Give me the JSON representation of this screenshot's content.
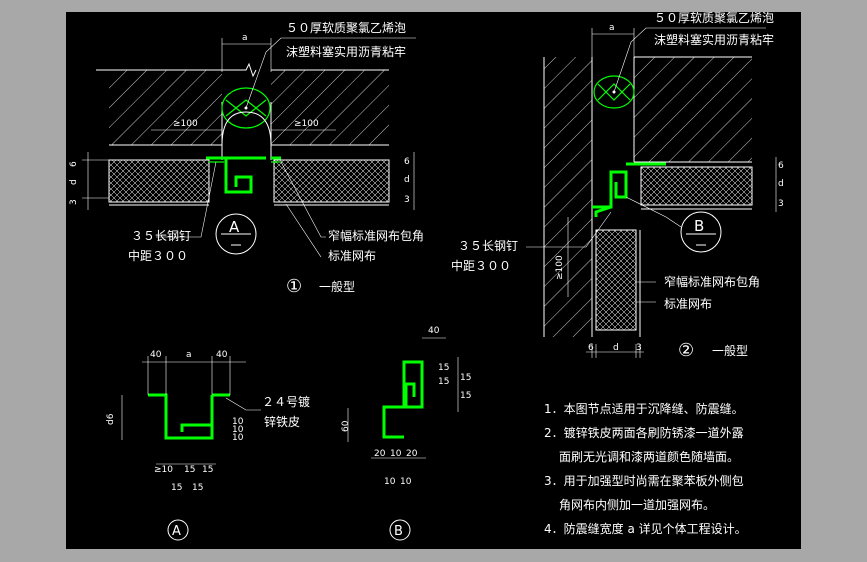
{
  "detail1": {
    "dim_a": "a",
    "label_top_line1": "５０厚软质聚氯乙烯泡",
    "label_top_line2": "沫塑料塞实用沥青粘牢",
    "gap_left": "≥100",
    "gap_right": "≥100",
    "dim_6": "6",
    "dim_d": "d",
    "dim_3": "3",
    "marker": "A",
    "nail_line1": "３５长钢钉",
    "nail_line2": "中距３００",
    "mesh_line1": "窄幅标准网布包角",
    "mesh_line2": "标准网布",
    "number": "①",
    "type_label": "一般型"
  },
  "detail2": {
    "dim_a": "a",
    "label_top_line1": "５０厚软质聚氯乙烯泡",
    "label_top_line2": "沫塑料塞实用沥青粘牢",
    "dim_6": "6",
    "dim_d": "d",
    "dim_3": "3",
    "marker": "B",
    "nail_line1": "３５长钢钉",
    "nail_line2": "中距３００",
    "vert_dim": "≥100",
    "mesh_line1": "窄幅标准网布包角",
    "mesh_line2": "标准网布",
    "bottom_6": "6",
    "bottom_d": "d",
    "bottom_3": "3",
    "number": "②",
    "type_label": "一般型"
  },
  "detailA": {
    "dim_40_left": "40",
    "dim_a": "a",
    "dim_40_right": "40",
    "dim_d6": "d6",
    "label_line1": "２４号镀",
    "label_line2": "锌铁皮",
    "dim_10_a": "10",
    "dim_10_b": "10",
    "dim_10_c": "10",
    "dim_ge10": "≥10",
    "dim_15_a": "15",
    "dim_15_b": "15",
    "dim_15_c": "15",
    "dim_15_d": "15",
    "marker": "A"
  },
  "detailB": {
    "dim_40": "40",
    "dim_15_a": "15",
    "dim_15_b": "15",
    "dim_15_c": "15",
    "dim_15_d": "15",
    "dim_60": "60",
    "dim_20_a": "20",
    "dim_10_a": "10",
    "dim_20_b": "20",
    "dim_10_b": "10",
    "dim_10_c": "10",
    "marker": "B"
  },
  "notes": [
    "1．本图节点适用于沉降缝、防震缝。",
    "2．镀锌铁皮两面各刷防锈漆一道外露",
    "面刷无光调和漆两道颜色随墙面。",
    "3．用于加强型时尚需在聚苯板外侧包",
    "角网布内侧加一道加强网布。",
    "4．防震缝宽度 a 详见个体工程设计。"
  ]
}
